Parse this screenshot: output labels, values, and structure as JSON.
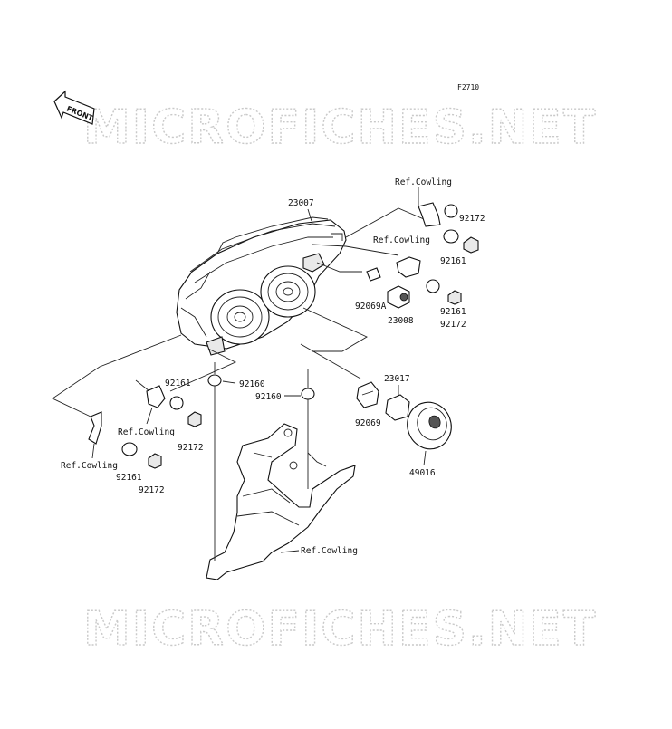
{
  "diagram": {
    "figure_code": "F2710",
    "front_label": "FRONT",
    "watermark": "MICROFICHES.NET",
    "labels": {
      "p23007": "23007",
      "ref_cowling_top": "Ref.Cowling",
      "p92172_a": "92172",
      "p92161_a": "92161",
      "ref_cowling_mid": "Ref.Cowling",
      "p92069a": "92069A",
      "p23008": "23008",
      "p92161_b": "92161",
      "p92172_b": "92172",
      "p92161_c": "92161",
      "p92160_a": "92160",
      "p92160_b": "92160",
      "p23017": "23017",
      "p92069": "92069",
      "ref_cowling_left": "Ref.Cowling",
      "p92172_c": "92172",
      "p49016": "49016",
      "ref_cowling_far_left": "Ref.Cowling",
      "p92161_d": "92161",
      "p92172_d": "92172",
      "ref_cowling_bottom": "Ref.Cowling"
    }
  }
}
